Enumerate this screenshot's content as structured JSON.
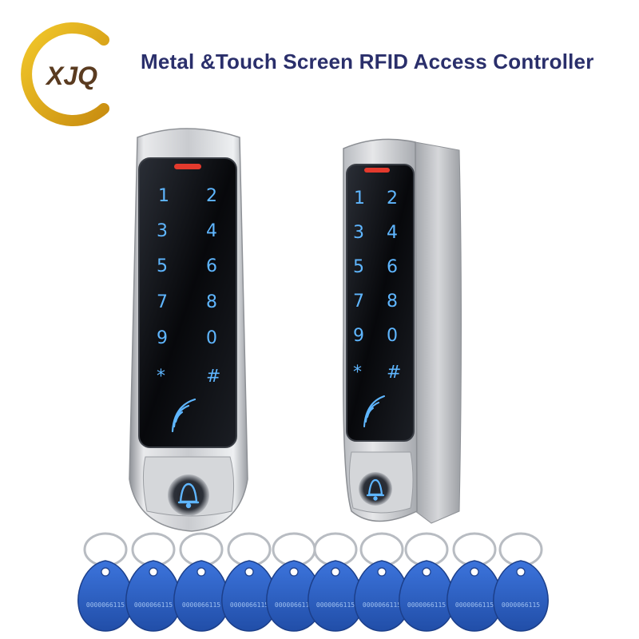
{
  "brand": {
    "logo_text": "XJQ"
  },
  "header": {
    "title": "Metal &Touch Screen RFID Access Controller"
  },
  "device_left": {
    "keys": [
      "1",
      "2",
      "3",
      "4",
      "5",
      "6",
      "7",
      "8",
      "9",
      "0",
      "*",
      "#"
    ]
  },
  "device_right": {
    "keys": [
      "1",
      "2",
      "3",
      "4",
      "5",
      "6",
      "7",
      "8",
      "9",
      "0",
      "*",
      "#"
    ]
  },
  "tags": {
    "count": 10,
    "card_number": "0000066115"
  },
  "colors": {
    "title": "#2a2f6b",
    "logo_gold": "#e4b31b",
    "logo_brown": "#5a3b20",
    "key_blue": "#5fb6ff",
    "tag_blue": "#2f63c9"
  }
}
